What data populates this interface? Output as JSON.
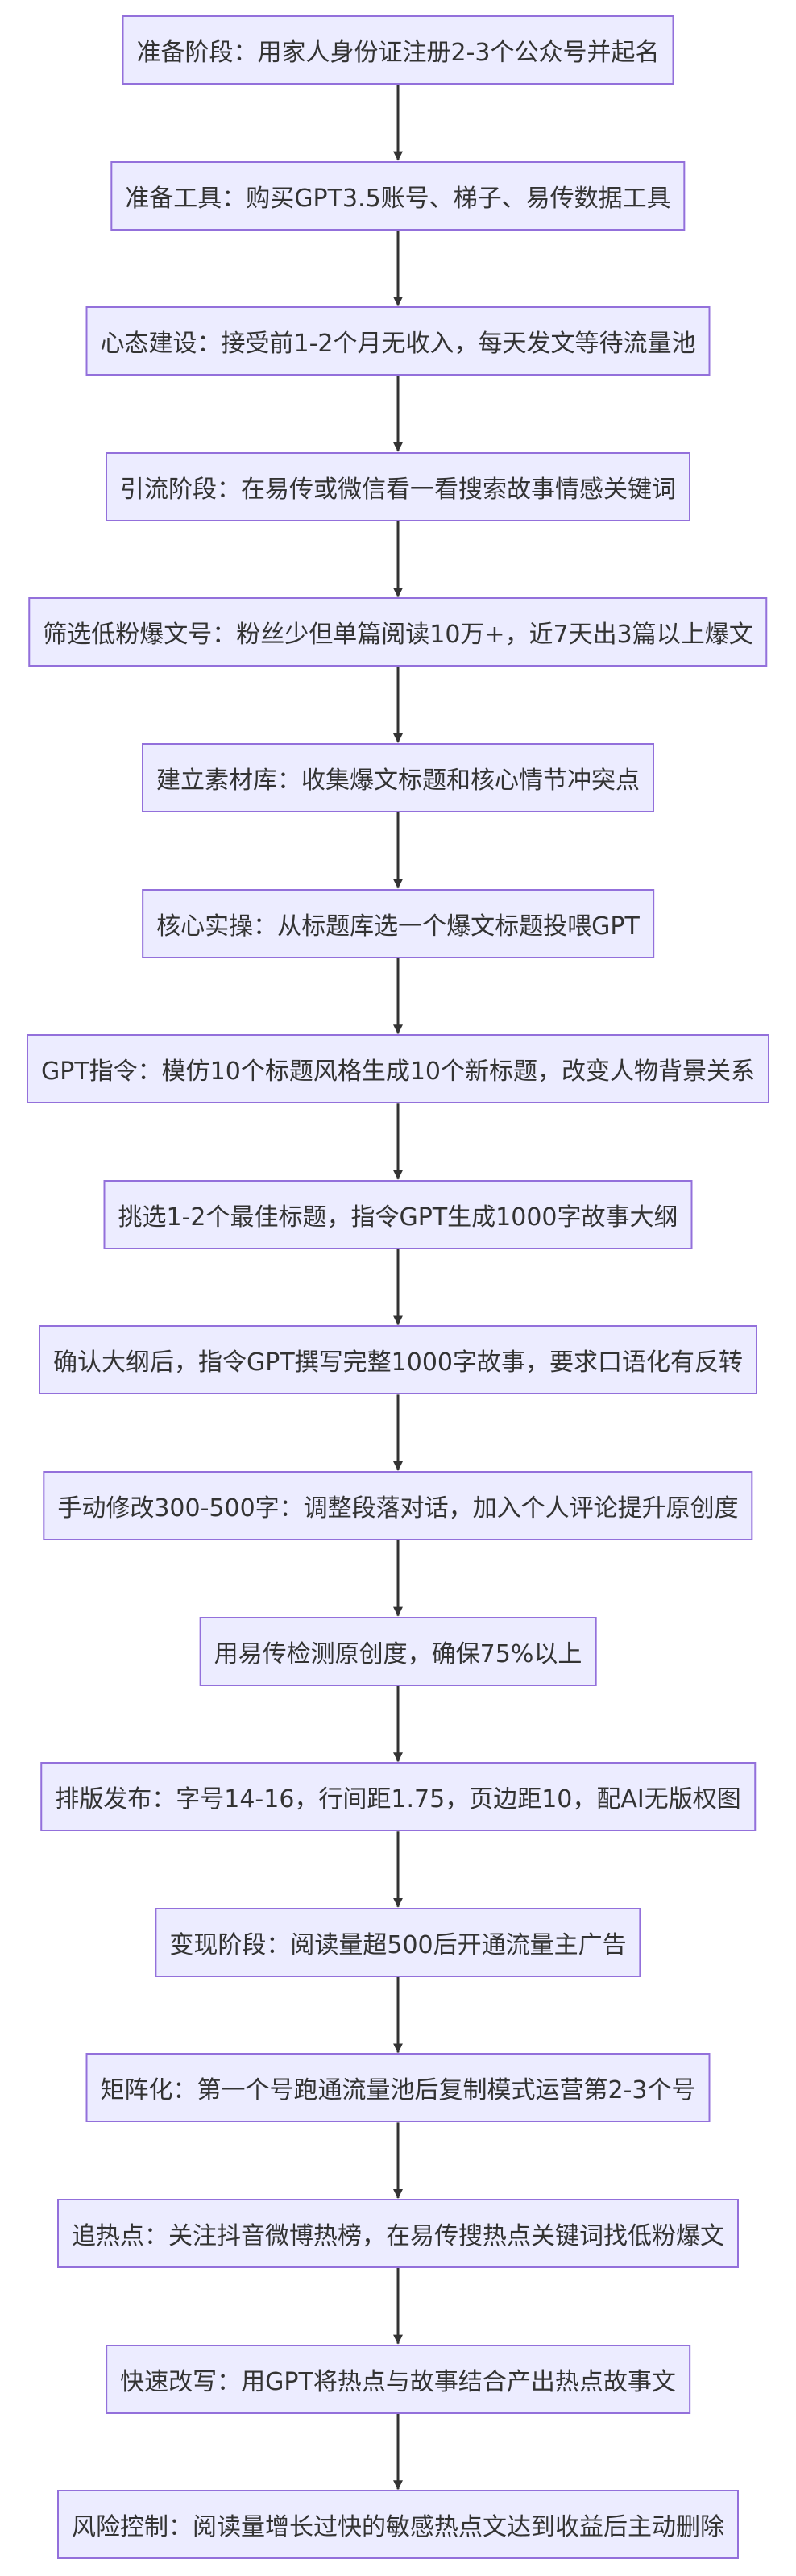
{
  "colors": {
    "node_fill": "#ececff",
    "node_border": "#9370db",
    "edge": "#333333",
    "text": "#333333"
  },
  "nodes": [
    "准备阶段：用家人身份证注册2-3个公众号并起名",
    "准备工具：购买GPT3.5账号、梯子、易传数据工具",
    "心态建设：接受前1-2个月无收入，每天发文等待流量池",
    "引流阶段：在易传或微信看一看搜索故事情感关键词",
    "筛选低粉爆文号：粉丝少但单篇阅读10万+，近7天出3篇以上爆文",
    "建立素材库：收集爆文标题和核心情节冲突点",
    "核心实操：从标题库选一个爆文标题投喂GPT",
    "GPT指令：模仿10个标题风格生成10个新标题，改变人物背景关系",
    "挑选1-2个最佳标题，指令GPT生成1000字故事大纲",
    "确认大纲后，指令GPT撰写完整1000字故事，要求口语化有反转",
    "手动修改300-500字：调整段落对话，加入个人评论提升原创度",
    "用易传检测原创度，确保75%以上",
    "排版发布：字号14-16，行间距1.75，页边距10，配AI无版权图",
    "变现阶段：阅读量超500后开通流量主广告",
    "矩阵化：第一个号跑通流量池后复制模式运营第2-3个号",
    "追热点：关注抖音微博热榜，在易传搜热点关键词找低粉爆文",
    "快速改写：用GPT将热点与故事结合产出热点故事文",
    "风险控制：阅读量增长过快的敏感热点文达到收益后主动删除"
  ]
}
